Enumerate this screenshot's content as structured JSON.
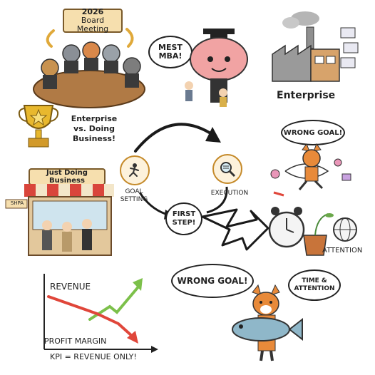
{
  "board_meeting": {
    "sign_line1": "2026",
    "sign_line2": "Board Meeting"
  },
  "mba": {
    "bubble_line1": "MEST",
    "bubble_line2": "MBA!"
  },
  "enterprise": {
    "label": "Enterprise"
  },
  "trophy": {
    "caption_line1": "Enterprise",
    "caption_line2": "vs. Doing",
    "caption_line3": "Business!"
  },
  "shop": {
    "banner": "Just Doing Business",
    "side_sign": "SHPA"
  },
  "cycle": {
    "goal_setting_line1": "GOAL",
    "goal_setting_line2": "SETTING",
    "execution": "EXECUTION",
    "first_step_line1": "FIRST",
    "first_step_line2": "STEP!"
  },
  "wrong_goal_top": {
    "bubble": "WRONG GOAL!"
  },
  "attention": {
    "label": "ATTENTION"
  },
  "kpi_chart": {
    "revenue_label": "REVENUE",
    "profit_label": "PROFIT MARGIN",
    "kpi_caption": "KPI = REVENUE ONLY!"
  },
  "wrong_goal_bottom": {
    "bubble": "WRONG GOAL!"
  },
  "time_attention": {
    "line1": "TIME &",
    "line2": "ATTENTION"
  },
  "colors": {
    "revenue_arrow": "#7cc04a",
    "profit_arrow": "#e0463a",
    "cycle_arrow": "#1a1a1a",
    "brain_pink": "#f1a3a3",
    "fox_orange": "#e88a3a",
    "fish_blue": "#8fb7c9",
    "trophy_gold": "#e8b82e",
    "awning_red": "#d9453b"
  }
}
